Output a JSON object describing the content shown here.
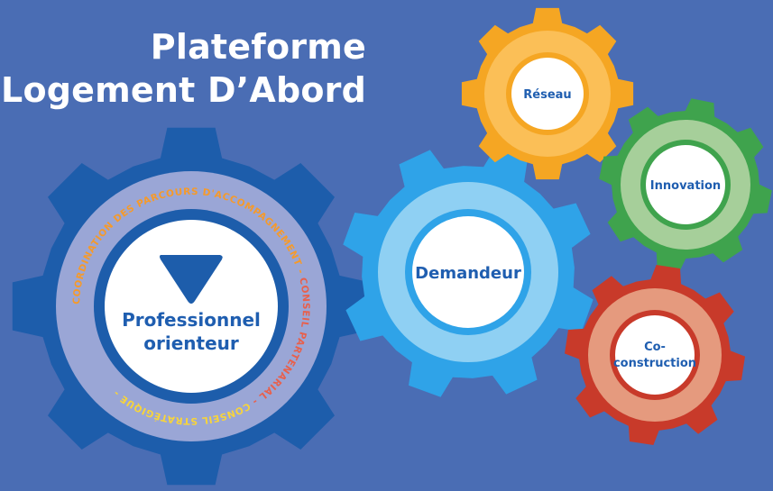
{
  "title": {
    "line1": "Plateforme",
    "line2": "Logement D’Abord"
  },
  "main_gear": {
    "label_line1": "Professionnel",
    "label_line2": "orienteur",
    "ring_segments": [
      {
        "text": "COORDINATION DES PARCOURS D'ACCOMPAGNEMENT",
        "color": "#f59a2b"
      },
      {
        "text": " - ",
        "color": "#f59a2b"
      },
      {
        "text": "CONSEIL PARTENARIAL",
        "color": "#e8604c"
      },
      {
        "text": " - ",
        "color": "#e8604c"
      },
      {
        "text": "CONSEIL STRATÉGIQUE",
        "color": "#f7d43a"
      },
      {
        "text": " - ",
        "color": "#f7d43a"
      }
    ],
    "icon": "triangle-down-icon"
  },
  "gears": [
    {
      "id": "reseau",
      "label_lines": [
        "Réseau"
      ],
      "outer": "#f5a623",
      "inner": "#fbbf57"
    },
    {
      "id": "innovation",
      "label_lines": [
        "Innovation"
      ],
      "outer": "#3fa34d",
      "inner": "#a6cf9a"
    },
    {
      "id": "demandeur",
      "label_lines": [
        "Demandeur"
      ],
      "outer": "#2fa3e8",
      "inner": "#8fd0f3"
    },
    {
      "id": "coconstruction",
      "label_lines": [
        "Co-",
        "construction"
      ],
      "outer": "#c83a2a",
      "inner": "#e59a7e"
    }
  ],
  "colors": {
    "background": "#4a6db4",
    "main_outer": "#1d5dab",
    "main_ring": "#9aa6d6",
    "label_blue": "#1f5eb0"
  }
}
